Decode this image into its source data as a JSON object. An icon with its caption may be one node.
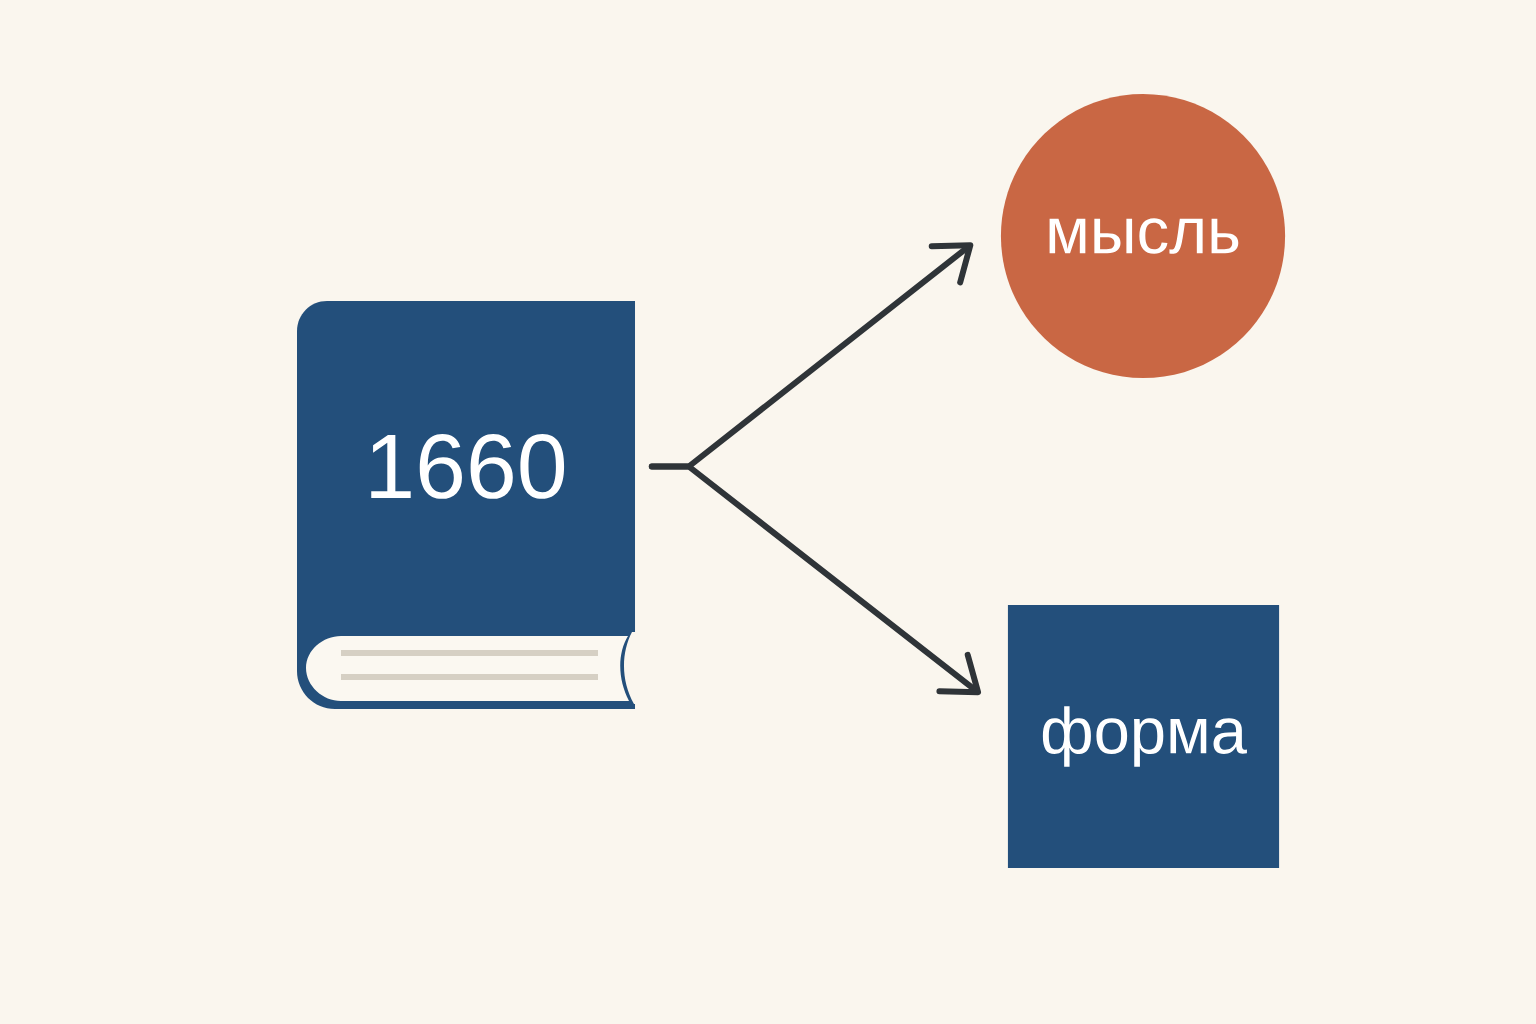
{
  "diagram": {
    "nodes": [
      {
        "text": [
          "1660"
        ]
      },
      {
        "text": [
          "мысль"
        ]
      },
      {
        "text": [
          "форма"
        ]
      }
    ],
    "edges": [
      {
        "from": 0,
        "to": 1,
        "arrow": "to"
      },
      {
        "from": 0,
        "to": 2,
        "arrow": "to"
      }
    ]
  }
}
